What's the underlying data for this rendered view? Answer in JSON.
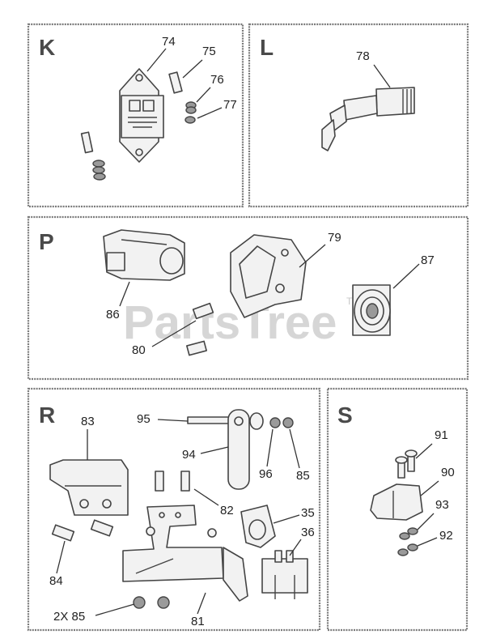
{
  "watermark": {
    "text": "PartsTree",
    "mark": "TM"
  },
  "panels": [
    {
      "letter": "K",
      "callouts": [
        "74",
        "75",
        "76",
        "77"
      ]
    },
    {
      "letter": "L",
      "callouts": [
        "78"
      ]
    },
    {
      "letter": "P",
      "callouts": [
        "79",
        "87",
        "86",
        "80"
      ]
    },
    {
      "letter": "R",
      "callouts": [
        "83",
        "95",
        "94",
        "96",
        "85",
        "82",
        "35",
        "36",
        "84",
        "2X 85",
        "81"
      ]
    },
    {
      "letter": "S",
      "callouts": [
        "91",
        "90",
        "93",
        "92"
      ]
    }
  ]
}
